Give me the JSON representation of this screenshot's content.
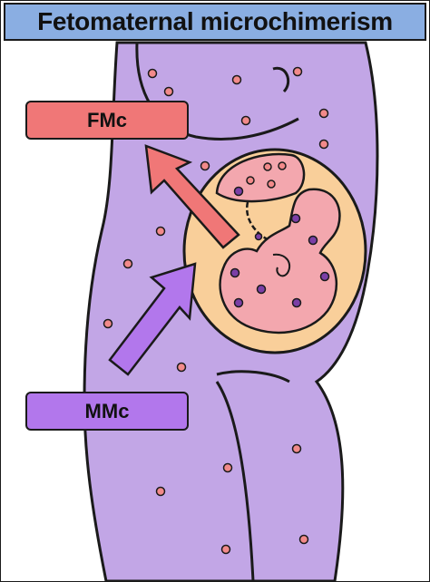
{
  "title": "Fetomaternal microchimerism",
  "labels": {
    "fmc": "FMc",
    "mmc": "MMc"
  },
  "colors": {
    "title_bar": "#8aaee2",
    "body": "#c2a6e6",
    "uterus_fluid": "#f9cf9a",
    "fetus": "#f3a7ae",
    "fmc_arrow": "#f07777",
    "mmc_arrow": "#b277ec",
    "fetal_cell": "#f28a8a",
    "maternal_cell": "#7b3fa6"
  },
  "icons": {
    "fmc_arrow": "arrow-up-left",
    "mmc_arrow": "arrow-up-right"
  }
}
